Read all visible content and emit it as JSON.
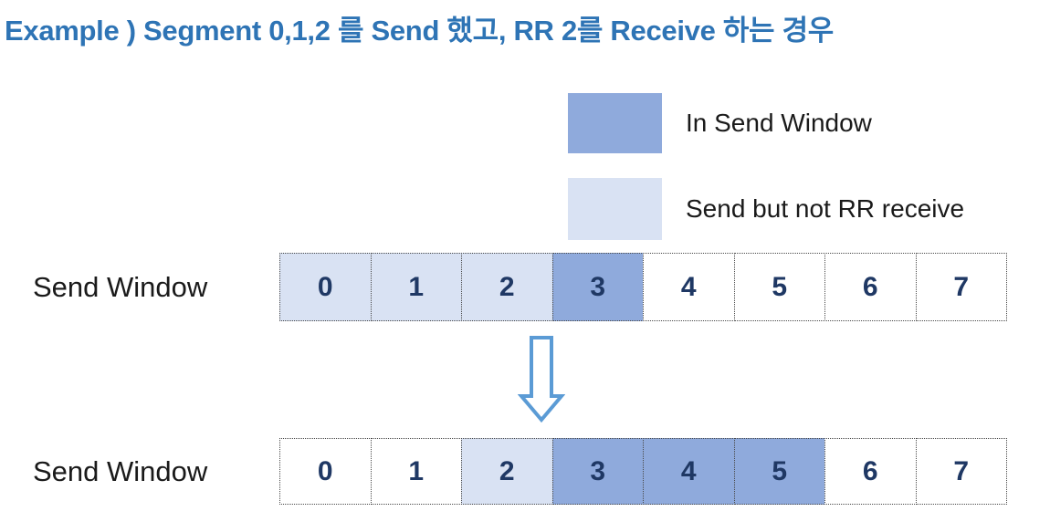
{
  "title": "Example ) Segment 0,1,2 를 Send 했고, RR 2를 Receive 하는 경우",
  "legend": {
    "items": [
      {
        "label": "In Send Window",
        "state": "in-window",
        "color": "#8FAADC"
      },
      {
        "label": "Send but not RR receive",
        "state": "sent-not-acked",
        "color": "#D9E2F3"
      }
    ]
  },
  "state_colors": {
    "in-window": "#8FAADC",
    "sent-not-acked": "#D9E2F3",
    "none": "#FFFFFF"
  },
  "rows": [
    {
      "label": "Send Window",
      "cells": [
        {
          "value": "0",
          "state": "sent-not-acked"
        },
        {
          "value": "1",
          "state": "sent-not-acked"
        },
        {
          "value": "2",
          "state": "sent-not-acked"
        },
        {
          "value": "3",
          "state": "in-window"
        },
        {
          "value": "4",
          "state": "none"
        },
        {
          "value": "5",
          "state": "none"
        },
        {
          "value": "6",
          "state": "none"
        },
        {
          "value": "7",
          "state": "none"
        }
      ]
    },
    {
      "label": "Send Window",
      "cells": [
        {
          "value": "0",
          "state": "none"
        },
        {
          "value": "1",
          "state": "none"
        },
        {
          "value": "2",
          "state": "sent-not-acked"
        },
        {
          "value": "3",
          "state": "in-window"
        },
        {
          "value": "4",
          "state": "in-window"
        },
        {
          "value": "5",
          "state": "in-window"
        },
        {
          "value": "6",
          "state": "none"
        },
        {
          "value": "7",
          "state": "none"
        }
      ]
    }
  ],
  "arrow": {
    "direction": "down",
    "color": "#5B9BD5"
  },
  "colors": {
    "title_text": "#2E74B5",
    "cell_number": "#1F3864",
    "label_text": "#1A1A1A",
    "cell_border": "#4A4A4A",
    "background": "#FFFFFF"
  }
}
